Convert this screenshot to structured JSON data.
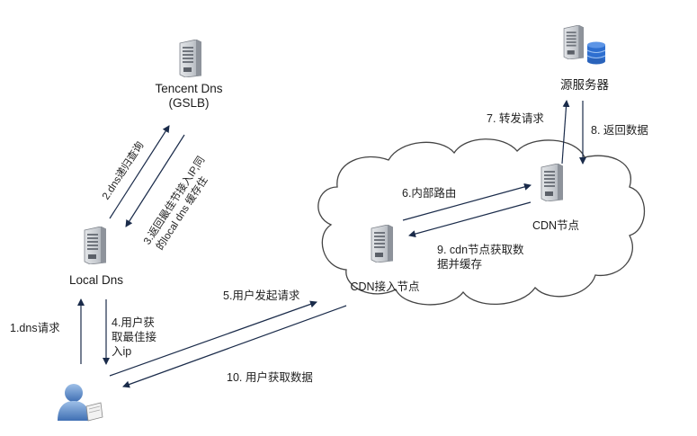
{
  "nodes": {
    "tencent_dns": "Tencent Dns",
    "gslb": "(GSLB)",
    "local_dns": "Local Dns",
    "origin": "源服务器",
    "cdn_node": "CDN节点",
    "cdn_access": "CDN接入节点"
  },
  "steps": {
    "s1": "1.dns请求",
    "s2": "2.dns递归查询",
    "s3_line1": "3.返回最佳节接入IP,同",
    "s3_line2": "的local dns 缓存住",
    "s4_line1": "4.用户获",
    "s4_line2": "取最佳接",
    "s4_line3": "入ip",
    "s5": "5.用户发起请求",
    "s6": "6.内部路由",
    "s7": "7. 转发请求",
    "s8": "8. 返回数据",
    "s9_line1": "9. cdn节点获取数",
    "s9_line2": "据并缓存",
    "s10": "10. 用户获取数据"
  },
  "colors": {
    "arrow": "#1a2b4a",
    "server_body": "#c9ccd1",
    "server_dark": "#8e939b",
    "db": "#2e6fd0",
    "user": "#4f7fc0",
    "cloud_stroke": "#444444"
  }
}
